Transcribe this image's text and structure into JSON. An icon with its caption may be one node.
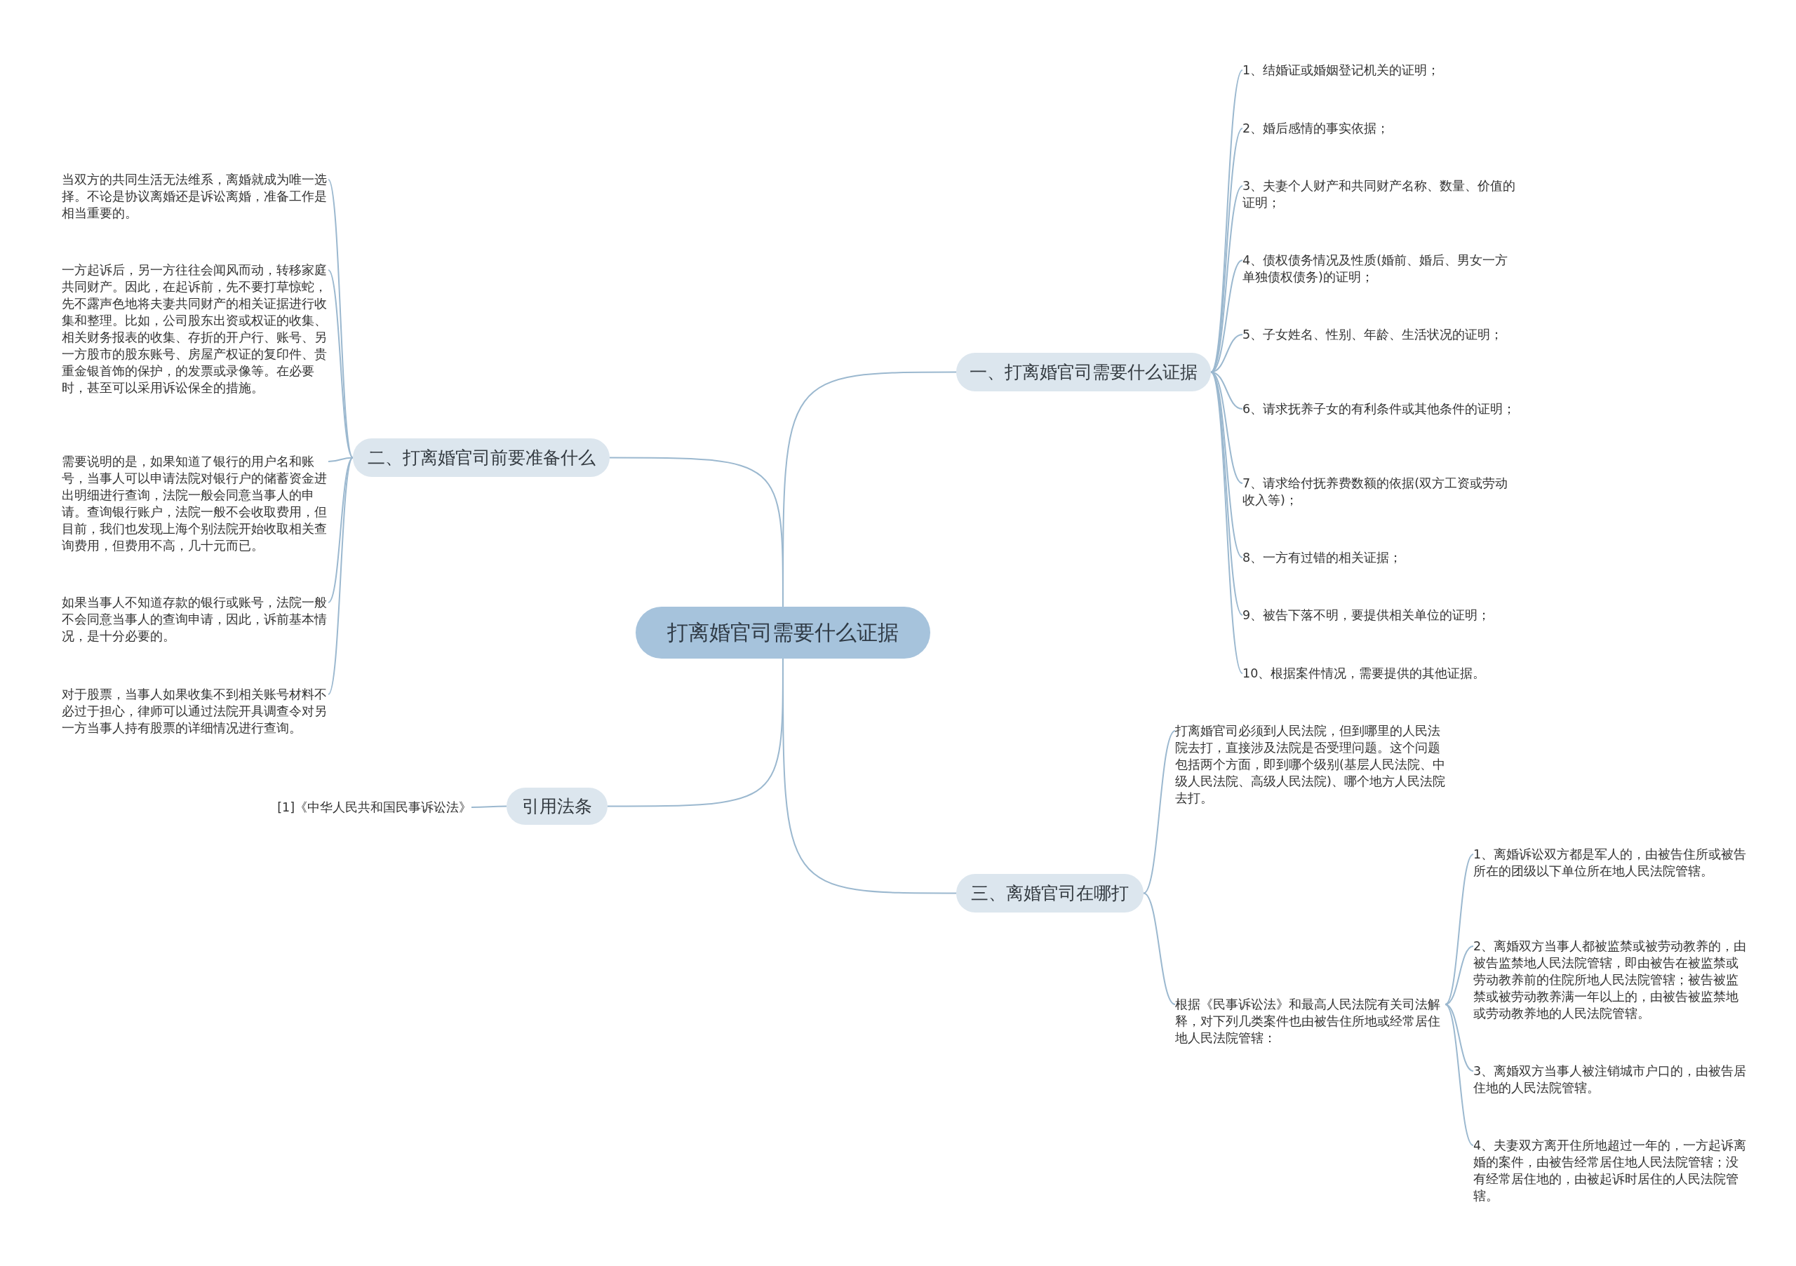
{
  "diagram": {
    "nodes": [
      {
        "text": [
          "打离婚官司需要什么证据"
        ]
      },
      {
        "text": [
          "一、打离婚官司需要什么证据"
        ]
      },
      {
        "text": [
          "1、结婚证或婚姻登记机关的证明；"
        ]
      },
      {
        "text": [
          "2、婚后感情的事实依据；"
        ]
      },
      {
        "text": [
          "3、夫妻个人财产和共同财产名称、数量、价值的证明；"
        ]
      },
      {
        "text": [
          "4、债权债务情况及性质(婚前、婚后、男女一方单独债权债务)的证明；"
        ]
      },
      {
        "text": [
          "5、子女姓名、性别、年龄、生活状况的证明；"
        ]
      },
      {
        "text": [
          "6、请求抚养子女的有利条件或其他条件的证明；"
        ]
      },
      {
        "text": [
          "7、请求给付抚养费数额的依据(双方工资或劳动收入等)；"
        ]
      },
      {
        "text": [
          "8、一方有过错的相关证据；"
        ]
      },
      {
        "text": [
          "9、被告下落不明，要提供相关单位的证明；"
        ]
      },
      {
        "text": [
          "10、根据案件情况，需要提供的其他证据。"
        ]
      },
      {
        "text": [
          "二、打离婚官司前要准备什么"
        ]
      },
      {
        "text": [
          "当双方的共同生活无法维系，离婚就成为唯一选择。不论是协议离婚还是诉讼离婚，准备工作是相当重要的。"
        ]
      },
      {
        "text": [
          "一方起诉后，另一方往往会闻风而动，转移家庭共同财产。因此，在起诉前，先不要打草惊蛇，先不露声色地将夫妻共同财产的相关证据进行收集和整理。比如，公司股东出资或权证的收集、相关财务报表的收集、存折的开户行、账号、另一方股市的股东账号、房屋产权证的复印件、贵重金银首饰的保护，的发票或录像等。在必要时，甚至可以采用诉讼保全的措施。"
        ]
      },
      {
        "text": [
          "需要说明的是，如果知道了银行的用户名和账号，当事人可以申请法院对银行户的储蓄资金进出明细进行查询，法院一般会同意当事人的申请。查询银行账户，法院一般不会收取费用，但目前，我们也发现上海个别法院开始收取相关查询费用，但费用不高，几十元而已。"
        ]
      },
      {
        "text": [
          "如果当事人不知道存款的银行或账号，法院一般不会同意当事人的查询申请，因此，诉前基本情况，是十分必要的。"
        ]
      },
      {
        "text": [
          "对于股票，当事人如果收集不到相关账号材料不必过于担心，律师可以通过法院开具调查令对另一方当事人持有股票的详细情况进行查询。"
        ]
      },
      {
        "text": [
          "三、离婚官司在哪打"
        ]
      },
      {
        "text": [
          "打离婚官司必须到人民法院，但到哪里的人民法院去打，直接涉及法院是否受理问题。这个问题包括两个方面，即到哪个级别(基层人民法院、中级人民法院、高级人民法院)、哪个地方人民法院去打。"
        ]
      },
      {
        "text": [
          "根据《民事诉讼法》和最高人民法院有关司法解释，对下列几类案件也由被告住所地或经常居住地人民法院管辖："
        ]
      },
      {
        "text": [
          "1、离婚诉讼双方都是军人的，由被告住所或被告所在的团级以下单位所在地人民法院管辖。"
        ]
      },
      {
        "text": [
          "2、离婚双方当事人都被监禁或被劳动教养的，由被告监禁地人民法院管辖，即由被告在被监禁或劳动教养前的住院所地人民法院管辖；被告被监禁或被劳动教养满一年以上的，由被告被监禁地或劳动教养地的人民法院管辖。"
        ]
      },
      {
        "text": [
          "3、离婚双方当事人被注销城市户口的，由被告居住地的人民法院管辖。"
        ]
      },
      {
        "text": [
          "4、夫妻双方离开住所地超过一年的，一方起诉离婚的案件，由被告经常居住地人民法院管辖；没有经常居住地的，由被起诉时居住的人民法院管辖。"
        ]
      },
      {
        "text": [
          "引用法条"
        ]
      },
      {
        "text": [
          "[1]《中华人民共和国民事诉讼法》"
        ]
      }
    ],
    "edges": [
      {
        "from": 0,
        "to": 1,
        "arrow": "none"
      },
      {
        "from": 1,
        "to": 2,
        "arrow": "none"
      },
      {
        "from": 1,
        "to": 3,
        "arrow": "none"
      },
      {
        "from": 1,
        "to": 4,
        "arrow": "none"
      },
      {
        "from": 1,
        "to": 5,
        "arrow": "none"
      },
      {
        "from": 1,
        "to": 6,
        "arrow": "none"
      },
      {
        "from": 1,
        "to": 7,
        "arrow": "none"
      },
      {
        "from": 1,
        "to": 8,
        "arrow": "none"
      },
      {
        "from": 1,
        "to": 9,
        "arrow": "none"
      },
      {
        "from": 1,
        "to": 10,
        "arrow": "none"
      },
      {
        "from": 1,
        "to": 11,
        "arrow": "none"
      },
      {
        "from": 0,
        "to": 12,
        "arrow": "none"
      },
      {
        "from": 12,
        "to": 13,
        "arrow": "none"
      },
      {
        "from": 12,
        "to": 14,
        "arrow": "none"
      },
      {
        "from": 12,
        "to": 15,
        "arrow": "none"
      },
      {
        "from": 12,
        "to": 16,
        "arrow": "none"
      },
      {
        "from": 12,
        "to": 17,
        "arrow": "none"
      },
      {
        "from": 0,
        "to": 18,
        "arrow": "none"
      },
      {
        "from": 18,
        "to": 19,
        "arrow": "none"
      },
      {
        "from": 18,
        "to": 20,
        "arrow": "none"
      },
      {
        "from": 20,
        "to": 21,
        "arrow": "none"
      },
      {
        "from": 20,
        "to": 22,
        "arrow": "none"
      },
      {
        "from": 20,
        "to": 23,
        "arrow": "none"
      },
      {
        "from": 20,
        "to": 24,
        "arrow": "none"
      },
      {
        "from": 0,
        "to": 25,
        "arrow": "none"
      },
      {
        "from": 25,
        "to": 26,
        "arrow": "none"
      }
    ]
  }
}
